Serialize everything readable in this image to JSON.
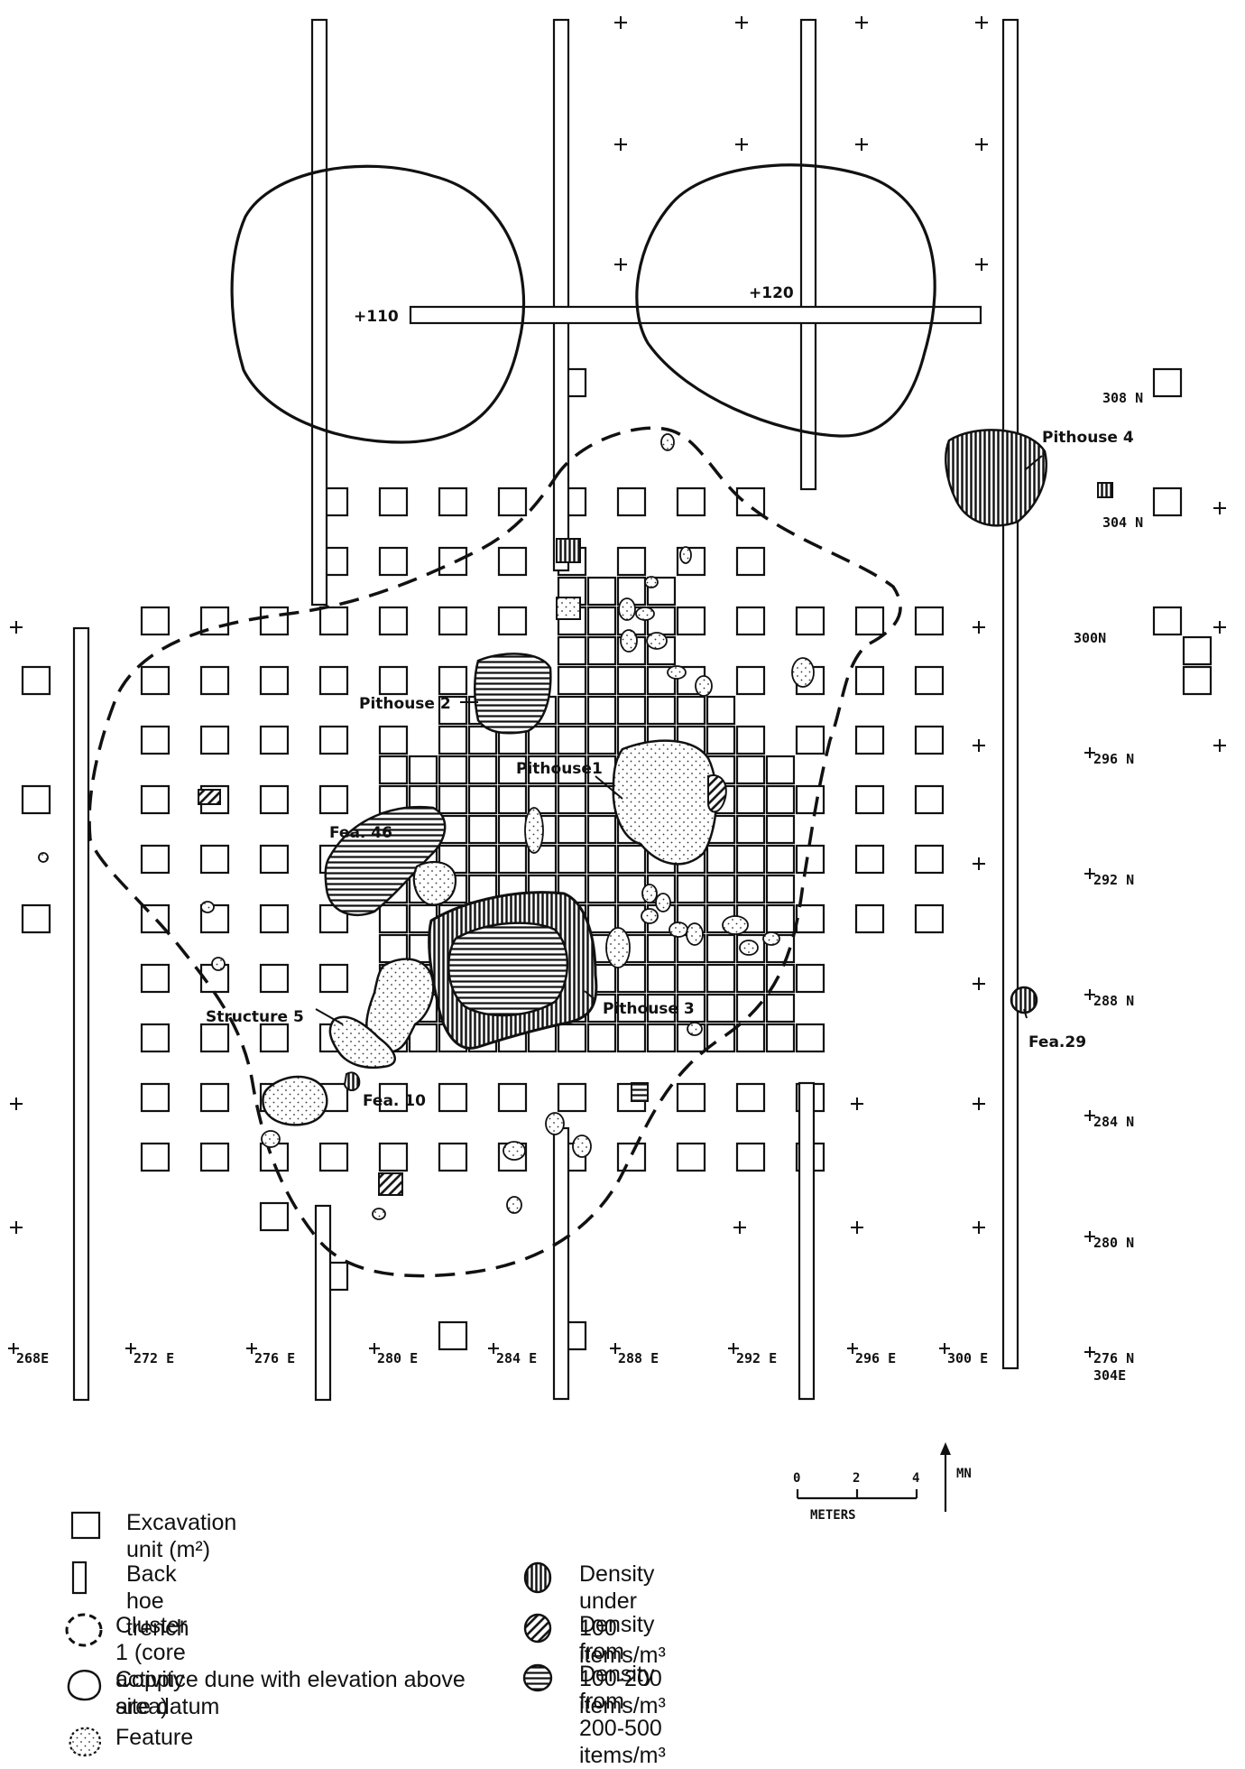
{
  "labels": {
    "elev_110": "+110",
    "elev_120": "+120",
    "pithouse4": "Pithouse 4",
    "pithouse2": "Pithouse 2",
    "pithouse1": "Pithouse1",
    "fea46": "Fea. 46",
    "structure5": "Structure 5",
    "pithouse3": "Pithouse 3",
    "fea29": "Fea.29",
    "fea10": "Fea. 10"
  },
  "north_labels": [
    "308 N",
    "304 N",
    "300N",
    "296 N",
    "292 N",
    "288 N",
    "284 N",
    "280 N",
    "276 N"
  ],
  "east_labels": [
    "268E",
    "272 E",
    "276 E",
    "280 E",
    "284 E",
    "288 E",
    "292 E",
    "296 E",
    "300 E",
    "304E"
  ],
  "scale": {
    "ticks": [
      "0",
      "2",
      "4"
    ],
    "unit": "METERS",
    "north": "MN"
  },
  "legend": [
    {
      "symbol": "square-icon",
      "text": "Excavation unit (m²)"
    },
    {
      "symbol": "trench-icon",
      "text": "Back hoe trench"
    },
    {
      "symbol": "dashed-circle-icon",
      "text": "Cluster 1 (core activity area)"
    },
    {
      "symbol": "dune-outline-icon",
      "text": "Coppice dune with elevation above site datum"
    },
    {
      "symbol": "stipple-icon",
      "text": "Feature"
    },
    {
      "symbol": "vertical-hatch-icon",
      "text": "Density under 100 items/m³"
    },
    {
      "symbol": "diagonal-hatch-icon",
      "text": "Density from 100-200 items/m³"
    },
    {
      "symbol": "horizontal-hatch-icon",
      "text": "Density from 200-500 items/m³"
    }
  ]
}
